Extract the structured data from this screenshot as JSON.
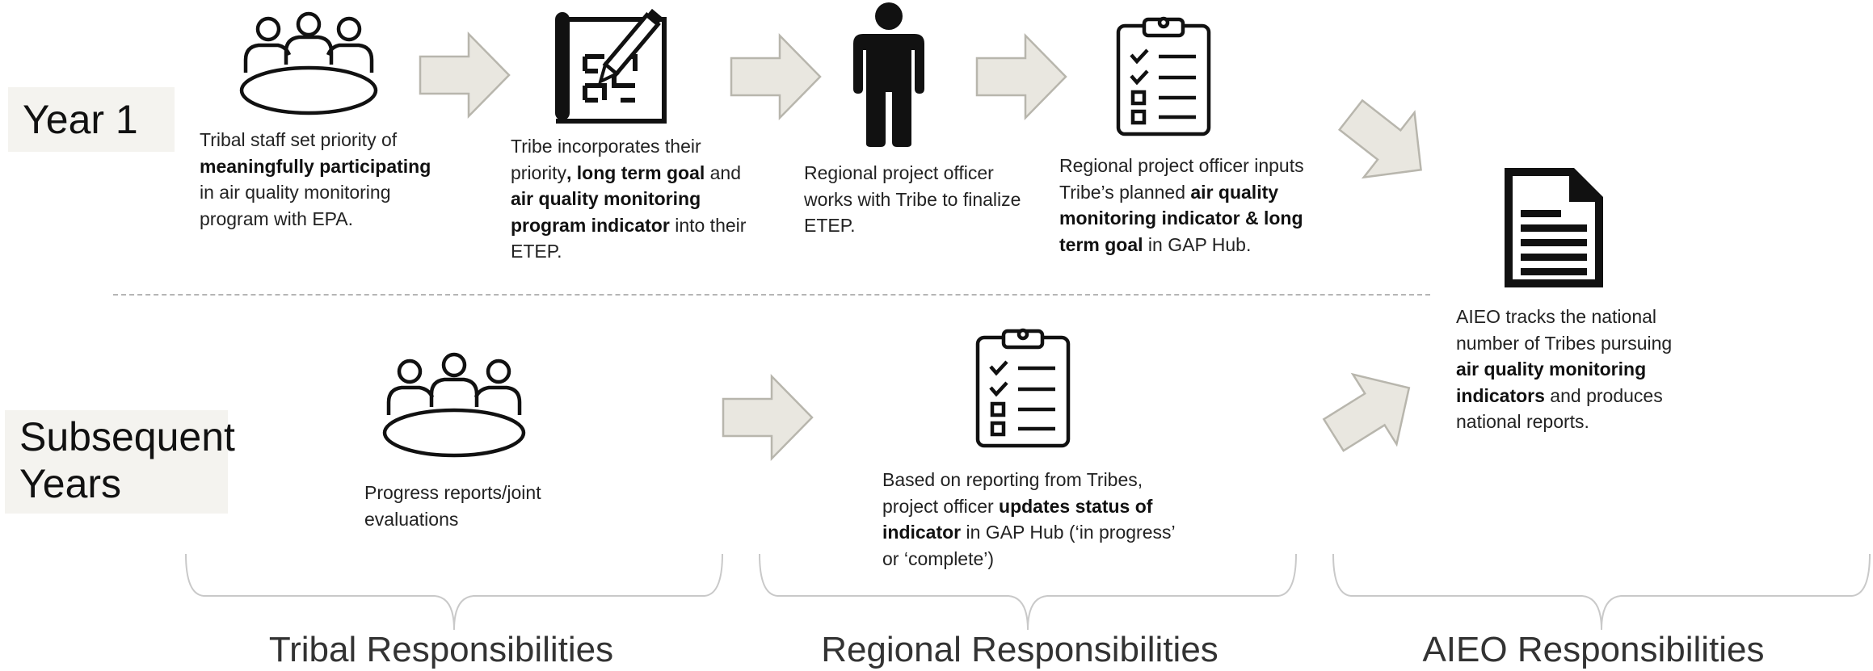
{
  "rows": {
    "year1": "Year 1",
    "subsequent_line1": "Subsequent",
    "subsequent_line2": "Years"
  },
  "steps": {
    "tribal_year1": {
      "icon": "meeting-table-icon",
      "parts": [
        "Tribal staff set priority of ",
        "meaningfully participating",
        " in air quality monitoring program with EPA."
      ]
    },
    "etep": {
      "icon": "blueprint-pencil-icon",
      "parts": [
        "Tribe incorporates their priority",
        ", long term goal",
        " and ",
        "air quality monitoring program indicator",
        " into their ETEP."
      ]
    },
    "regional_officer": {
      "icon": "person-icon",
      "text": "Regional project officer works with Tribe to finalize ETEP."
    },
    "gap_hub_input": {
      "icon": "clipboard-checklist-icon",
      "parts": [
        "Regional project officer inputs Tribe’s planned ",
        "air quality monitoring indicator & long term goal",
        " in GAP Hub."
      ]
    },
    "aieo": {
      "icon": "document-icon",
      "parts": [
        "AIEO tracks the national number of Tribes pursuing ",
        "air quality monitoring indicators",
        " and produces national reports."
      ]
    },
    "progress_reports": {
      "icon": "meeting-table-icon",
      "text": "Progress reports/joint evaluations"
    },
    "status_update": {
      "icon": "clipboard-checklist-icon",
      "parts": [
        "Based on reporting from Tribes, project officer ",
        "updates status of indicator",
        " in GAP Hub (‘in progress’ or ‘complete’)"
      ]
    }
  },
  "footers": {
    "tribal": "Tribal Responsibilities",
    "regional": "Regional Responsibilities",
    "aieo": "AIEO Responsibilities"
  },
  "colors": {
    "arrow_fill": "#e9e7e0",
    "arrow_stroke": "#b8b6ad",
    "row_label_bg": "#f4f3ef",
    "icon": "#111111"
  }
}
